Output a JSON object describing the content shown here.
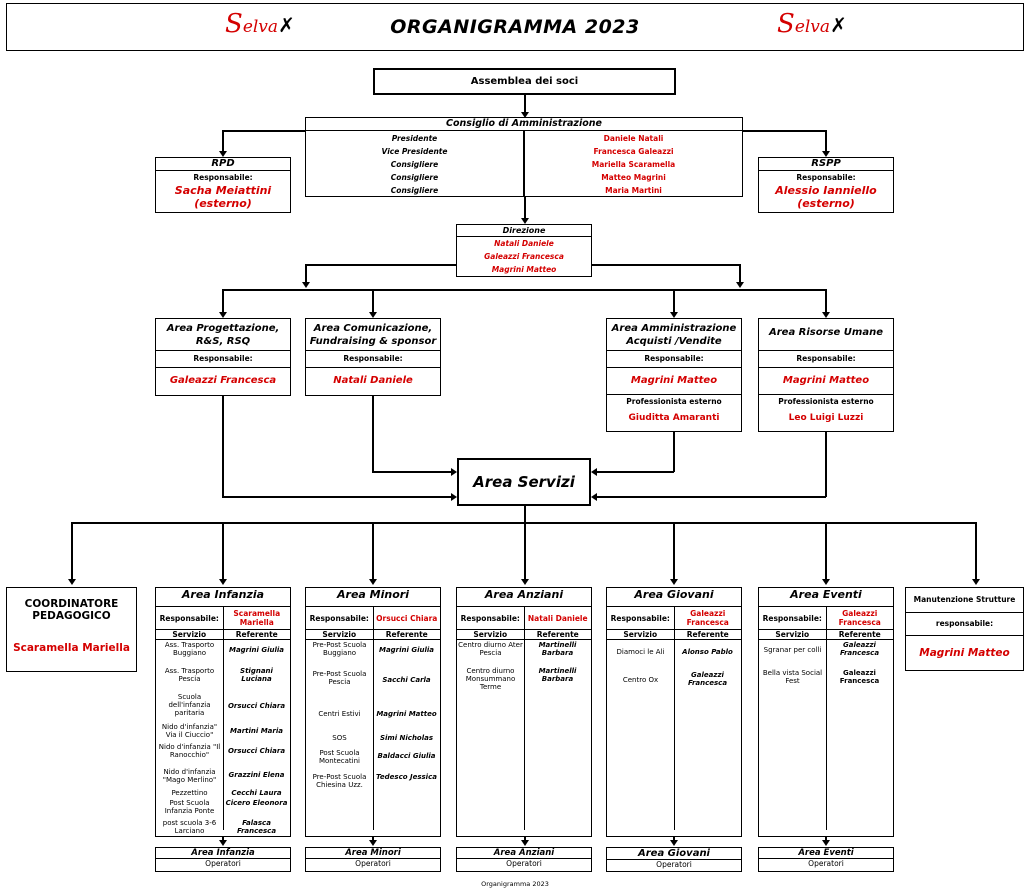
{
  "header": {
    "title": "ORGANIGRAMMA 2023",
    "logo_initial": "S",
    "logo_rest": "elva",
    "logo_mark": "✗"
  },
  "assemblea": "Assemblea dei soci",
  "consiglio": {
    "title": "Consiglio di Amministrazione",
    "roles": [
      "Presidente",
      "Vice Presidente",
      "Consigliere",
      "Consigliere",
      "Consigliere"
    ],
    "names": [
      "Daniele Natali",
      "Francesca Galeazzi",
      "Mariella Scaramella",
      "Matteo Magrini",
      "Maria Martini"
    ]
  },
  "rpd": {
    "title": "RPD",
    "label": "Responsabile:",
    "name1": "Sacha Meiattini",
    "name2": "(esterno)"
  },
  "rspp": {
    "title": "RSPP",
    "label": "Responsabile:",
    "name1": "Alessio Ianniello",
    "name2": "(esterno)"
  },
  "direzione": {
    "title": "Direzione",
    "names": [
      "Natali Daniele",
      "Galeazzi Francesca",
      "Magrini Matteo"
    ]
  },
  "areas": {
    "progettazione": {
      "title1": "Area Progettazione,",
      "title2": "R&S, RSQ",
      "label": "Responsabile:",
      "name": "Galeazzi Francesca"
    },
    "comunicazione": {
      "title1": "Area Comunicazione,",
      "title2": "Fundraising & sponsor",
      "label": "Responsabile:",
      "name": "Natali Daniele"
    },
    "amministrazione": {
      "title1": "Area Amministrazione",
      "title2": "Acquisti /Vendite",
      "label": "Responsabile:",
      "name": "Magrini Matteo",
      "ext_label": "Professionista esterno",
      "ext_name": "Giuditta Amaranti"
    },
    "risorse": {
      "title1": "Area Risorse Umane",
      "label": "Responsabile:",
      "name": "Magrini Matteo",
      "ext_label": "Professionista esterno",
      "ext_name": "Leo Luigi Luzzi"
    }
  },
  "servizi": "Area Servizi",
  "coordinatore": {
    "title1": "COORDINATORE",
    "title2": "PEDAGOGICO",
    "name": "Scaramella Mariella"
  },
  "manutenzione": {
    "title": "Manutenzione Strutture",
    "label": "responsabile:",
    "name": "Magrini Matteo"
  },
  "col_headers": {
    "servizio": "Servizio",
    "referente": "Referente",
    "resp": "Responsabile:"
  },
  "panels": {
    "infanzia": {
      "title": "Area Infanzia",
      "resp": "Scaramella Mariella",
      "rows": [
        {
          "s": "Ass. Trasporto Buggiano",
          "r": "Magrini Giulia"
        },
        {
          "s": "Ass. Trasporto Pescia",
          "r": "Stignani Luciana"
        },
        {
          "s": "Scuola dell'infanzia paritaria",
          "r": "Orsucci Chiara"
        },
        {
          "s": "Nido d'infanzia\" Via il Ciuccio\"",
          "r": "Martini Maria"
        },
        {
          "s": "Nido d'infanzia \"Il Ranocchio\"",
          "r": "Orsucci Chiara"
        },
        {
          "s": "Nido d'infanzia \"Mago Merlino\"",
          "r": "Grazzini Elena"
        },
        {
          "s": "Pezzettino",
          "r": "Cecchi Laura"
        },
        {
          "s": "Post Scuola Infanzia Ponte",
          "r": "Cicero Eleonora"
        },
        {
          "s": "post scuola 3-6 Larciano",
          "r": "Falasca Francesca"
        }
      ],
      "bottom_title": "Area Infanzia",
      "bottom_sub": "Operatori"
    },
    "minori": {
      "title": "Area Minori",
      "resp": "Orsucci Chiara",
      "rows": [
        {
          "s": "Pre-Post Scuola Buggiano",
          "r": "Magrini Giulia"
        },
        {
          "s": "Pre-Post Scuola Pescia",
          "r": "Sacchi Carla"
        },
        {
          "s": "Centri Estivi",
          "r": "Magrini Matteo"
        },
        {
          "s": "SOS",
          "r": "Simi Nicholas"
        },
        {
          "s": "Post Scuola Montecatini",
          "r": "Baldacci Giulia"
        },
        {
          "s": "Pre-Post Scuola Chiesina Uzz.",
          "r": "Tedesco Jessica"
        }
      ],
      "bottom_title": "Area Minori",
      "bottom_sub": "Operatori"
    },
    "anziani": {
      "title": "Area Anziani",
      "resp": "Natali Daniele",
      "rows": [
        {
          "s": "Centro diurno Ater Pescia",
          "r": "Martinelli Barbara"
        },
        {
          "s": "Centro diurno Monsummano Terme",
          "r": "Martinelli Barbara"
        }
      ],
      "bottom_title": "Area Anziani",
      "bottom_sub": "Operatori"
    },
    "giovani": {
      "title": "Area Giovani",
      "resp": "Galeazzi Francesca",
      "rows": [
        {
          "s": "Diamoci le Ali",
          "r": "Alonso Pablo"
        },
        {
          "s": "Centro Ox",
          "r": "Galeazzi Francesca"
        }
      ],
      "bottom_title": "Area Giovani",
      "bottom_sub": "Operatori"
    },
    "eventi": {
      "title": "Area Eventi",
      "resp": "Galeazzi Francesca",
      "rows": [
        {
          "s": "Sgranar per colli",
          "r": "Galeazzi Francesca"
        },
        {
          "s": "Bella vista Social Fest",
          "r": "Galeazzi Francesca"
        }
      ],
      "bottom_title": "Area Eventi",
      "bottom_sub": "Operatori"
    }
  },
  "footer": "Organigramma 2023",
  "colors": {
    "accent": "#d40000",
    "line": "#000000"
  }
}
